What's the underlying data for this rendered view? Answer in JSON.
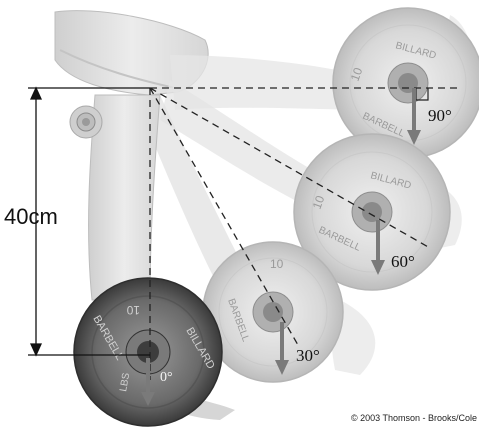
{
  "dimension": {
    "label": "40cm"
  },
  "angles": [
    "90°",
    "60°",
    "30°",
    "0°"
  ],
  "plate_text": {
    "brand": "BILLARD",
    "kind": "BARBELL",
    "weight": "10",
    "unit": "LBS"
  },
  "credit": "© 2003 Thomson - Brooks/Cole",
  "colors": {
    "skin": "#d9d9d9",
    "plate_dark": "#4a4a4a",
    "plate_light": "#cfcfcf",
    "arrow": "#7a7a7a"
  },
  "icons": [
    "elbow-joint",
    "weight-plate",
    "force-arrow",
    "hand"
  ]
}
